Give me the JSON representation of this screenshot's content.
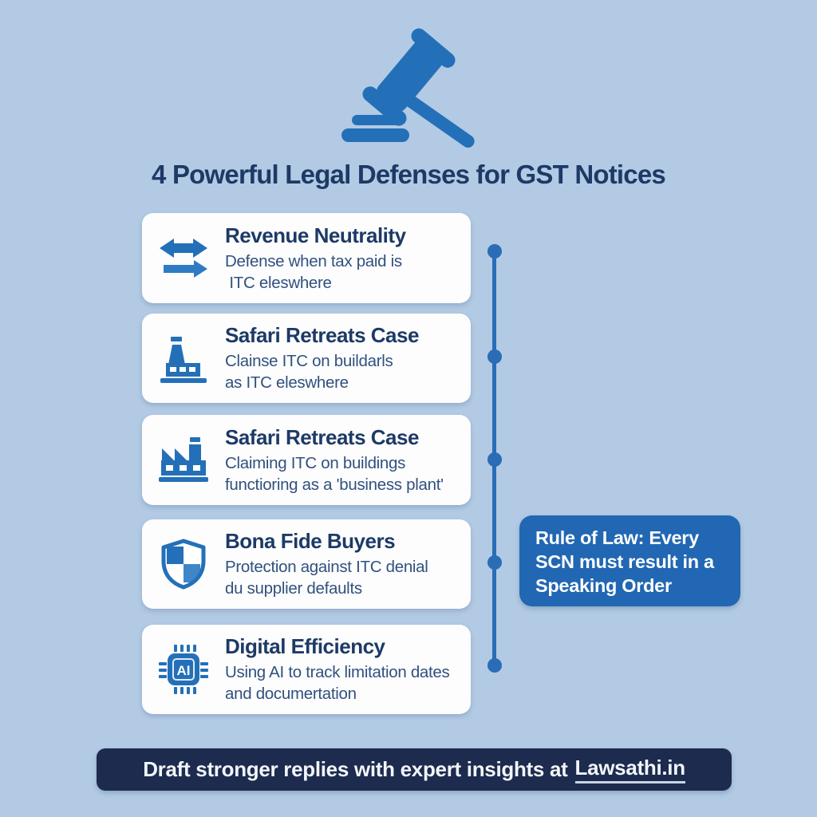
{
  "title": "4 Powerful Legal Defenses for GST Notices",
  "cards": [
    {
      "icon": "exchange-arrows-icon",
      "title": "Revenue Neutrality",
      "line1": "Defense when tax paid is",
      "line2": " ITC eleswhere"
    },
    {
      "icon": "chimney-factory-icon",
      "title": "Safari Retreats Case",
      "line1": "Clainse ITC on buildarls",
      "line2": "as ITC eleswhere"
    },
    {
      "icon": "factory-icon",
      "title": "Safari Retreats Case",
      "line1": "Claiming ITC on buildings",
      "line2": "functioring as a 'business plant'"
    },
    {
      "icon": "shield-icon",
      "title": "Bona Fide Buyers",
      "line1": "Protection against ITC denial",
      "line2": "du supplier defaults"
    },
    {
      "icon": "ai-chip-icon",
      "title": "Digital Efficiency",
      "line1": "Using AI to track limitation dates",
      "line2": "and documertation",
      "icon_label": "AI"
    }
  ],
  "callout": {
    "line1": "Rule of Law: Every",
    "line2": "SCN must result in a",
    "line3": "Speaking Order"
  },
  "footer": {
    "prefix": "Draft stronger replies with expert insights at",
    "brand": "Lawsathi.in"
  },
  "colors": {
    "background": "#b2cae3",
    "card_bg": "#fdfdfe",
    "accent_blue": "#2470b8",
    "accent_blue_light": "#3f86c9",
    "navy_text": "#1d3a66",
    "body_text": "#31517e",
    "callout_bg": "#2167b3",
    "banner_bg": "#1c2b4e",
    "timeline": "#2a6db6"
  }
}
